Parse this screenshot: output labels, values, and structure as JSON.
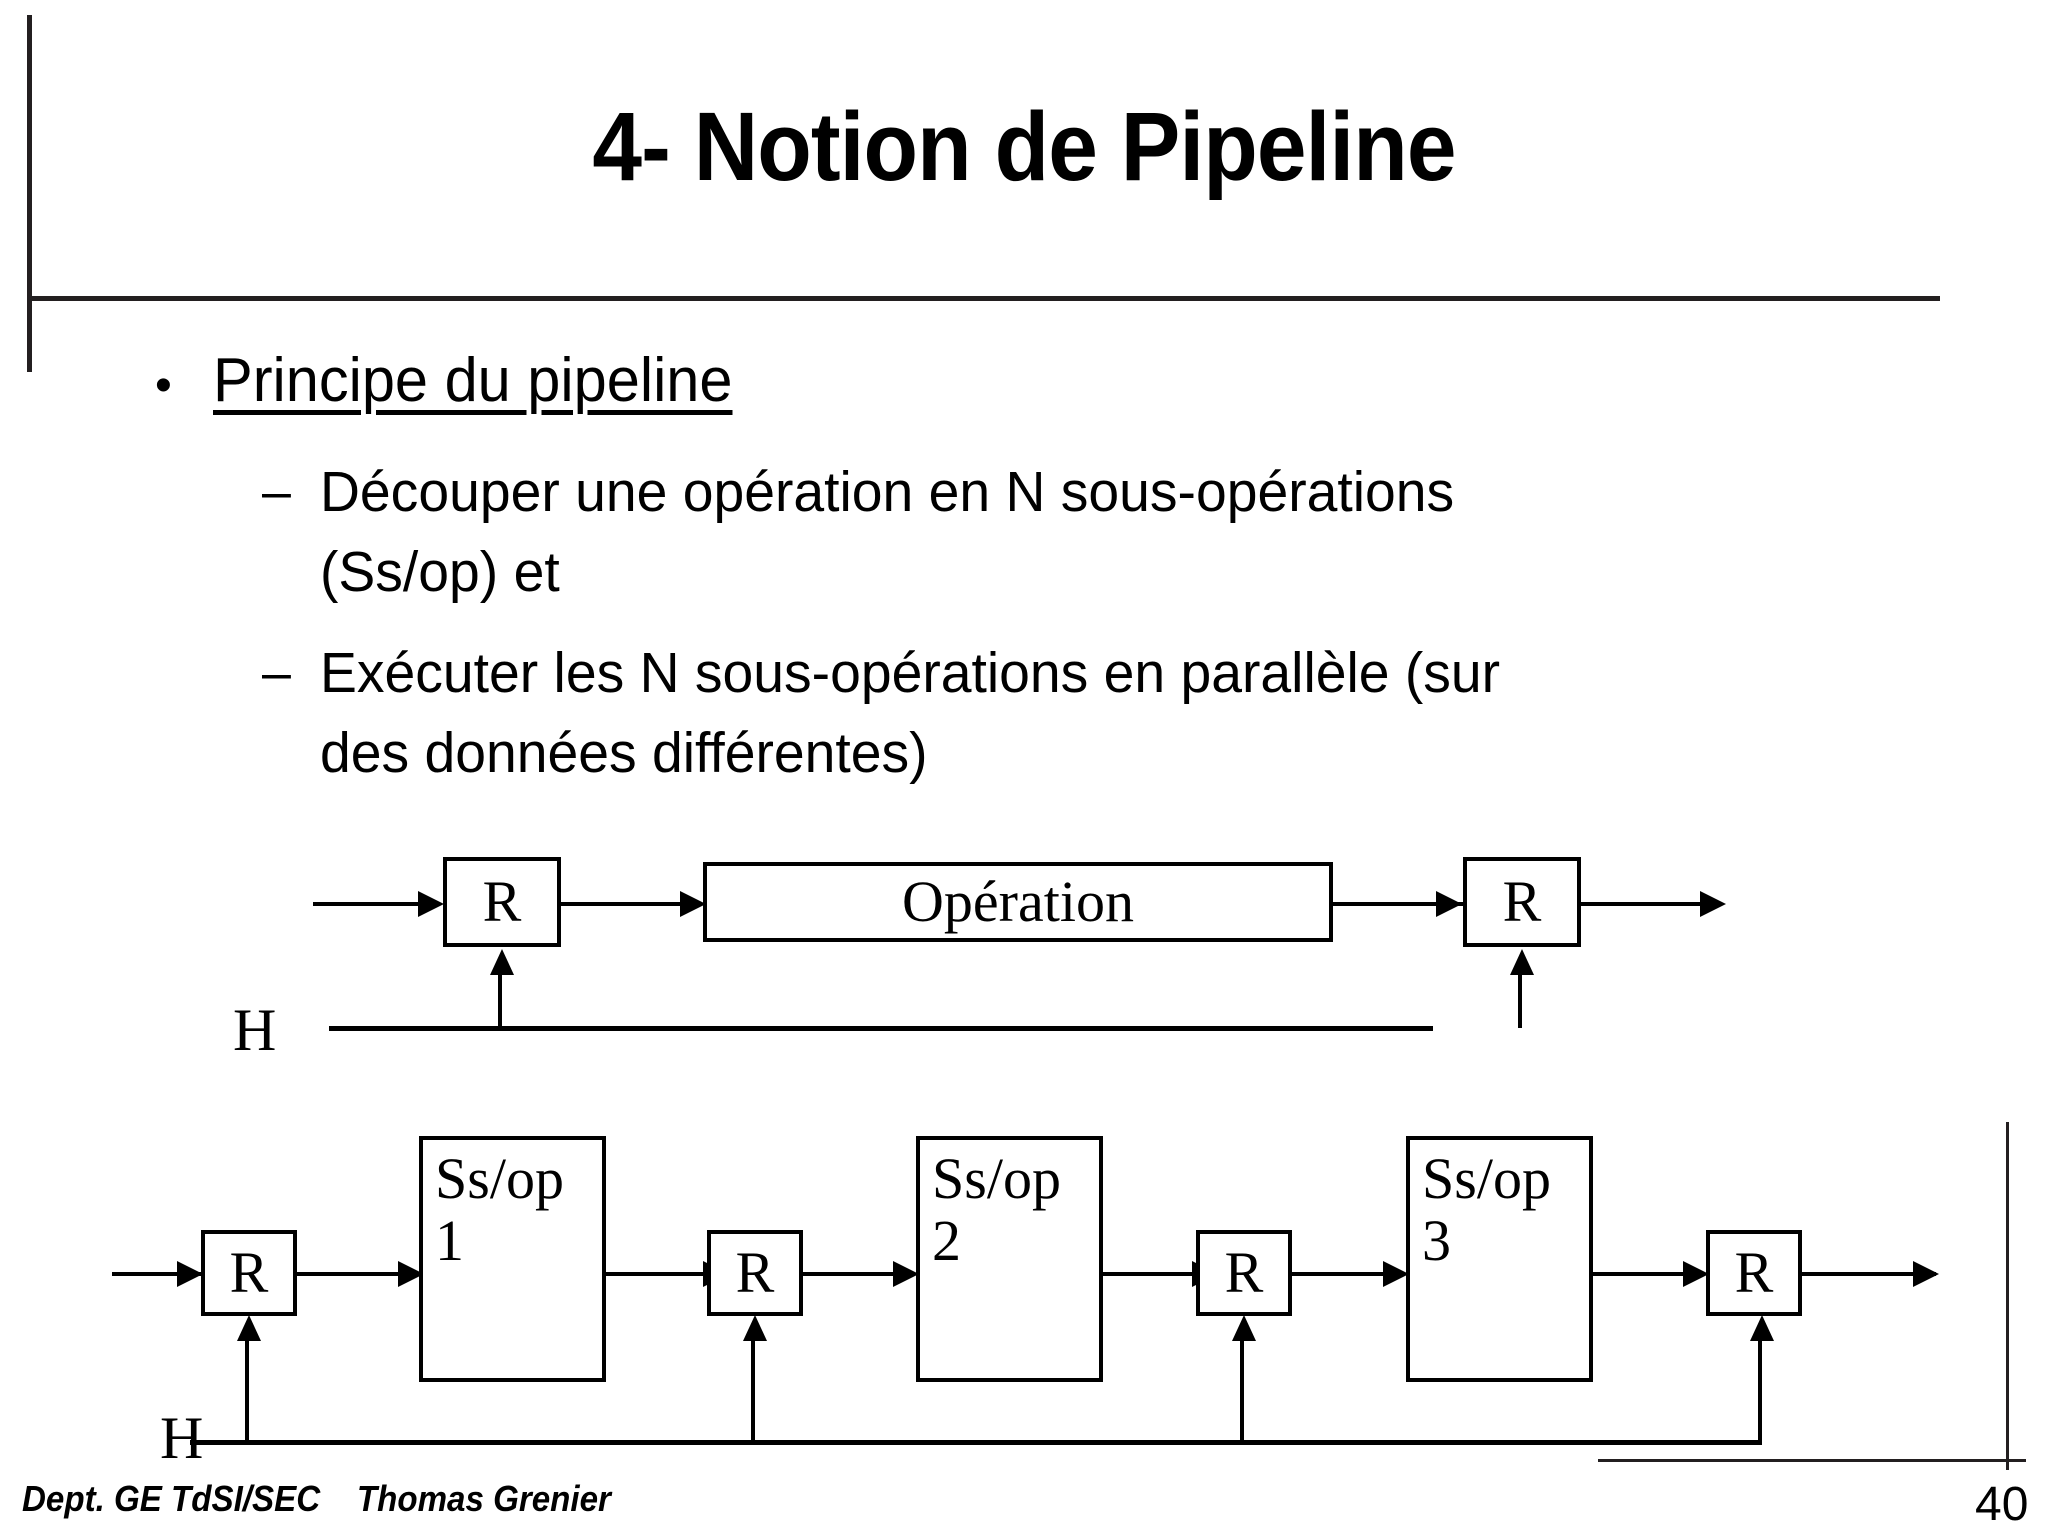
{
  "slide": {
    "title": "4- Notion de Pipeline",
    "page_number": "40",
    "footer": "Dept. GE TdSI/SEC    Thomas Grenier"
  },
  "content": {
    "bullet": {
      "marker": "•",
      "text": "Principe du pipeline"
    },
    "sub_bullets": [
      {
        "marker": "–",
        "text": "Découper une opération en N sous-opérations (Ss/op) et"
      },
      {
        "marker": "–",
        "text": "Exécuter les N sous-opérations en parallèle (sur des données différentes)"
      }
    ]
  },
  "diagram_unpipelined": {
    "clock_label": "H",
    "blocks": [
      {
        "label": "R",
        "kind": "register"
      },
      {
        "label": "Opération",
        "kind": "operation"
      },
      {
        "label": "R",
        "kind": "register"
      }
    ]
  },
  "diagram_pipelined": {
    "clock_label": "H",
    "blocks": [
      {
        "label": "R",
        "kind": "register"
      },
      {
        "label": "Ss/op\n1",
        "kind": "stage"
      },
      {
        "label": "R",
        "kind": "register"
      },
      {
        "label": "Ss/op\n2",
        "kind": "stage"
      },
      {
        "label": "R",
        "kind": "register"
      },
      {
        "label": "Ss/op\n3",
        "kind": "stage"
      },
      {
        "label": "R",
        "kind": "register"
      }
    ]
  },
  "colors": {
    "ink": "#000000",
    "rule": "#231f20",
    "background": "#ffffff"
  }
}
